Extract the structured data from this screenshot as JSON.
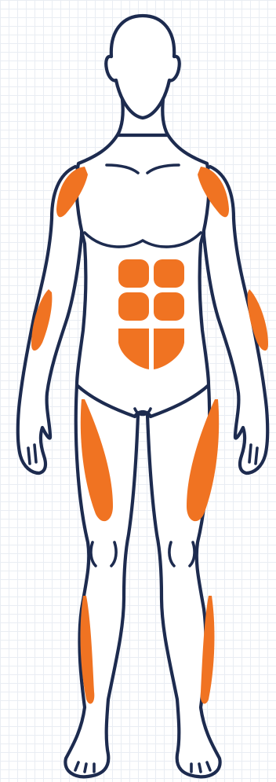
{
  "colors": {
    "outline": "#1d2b4f",
    "highlight": "#f07322",
    "grid": "#e9edf3",
    "background": "#ffffff"
  },
  "figure": {
    "view": "front",
    "highlighted_muscle_groups": [
      "deltoids",
      "forearms",
      "abdominals",
      "quadriceps",
      "tibialis"
    ]
  }
}
